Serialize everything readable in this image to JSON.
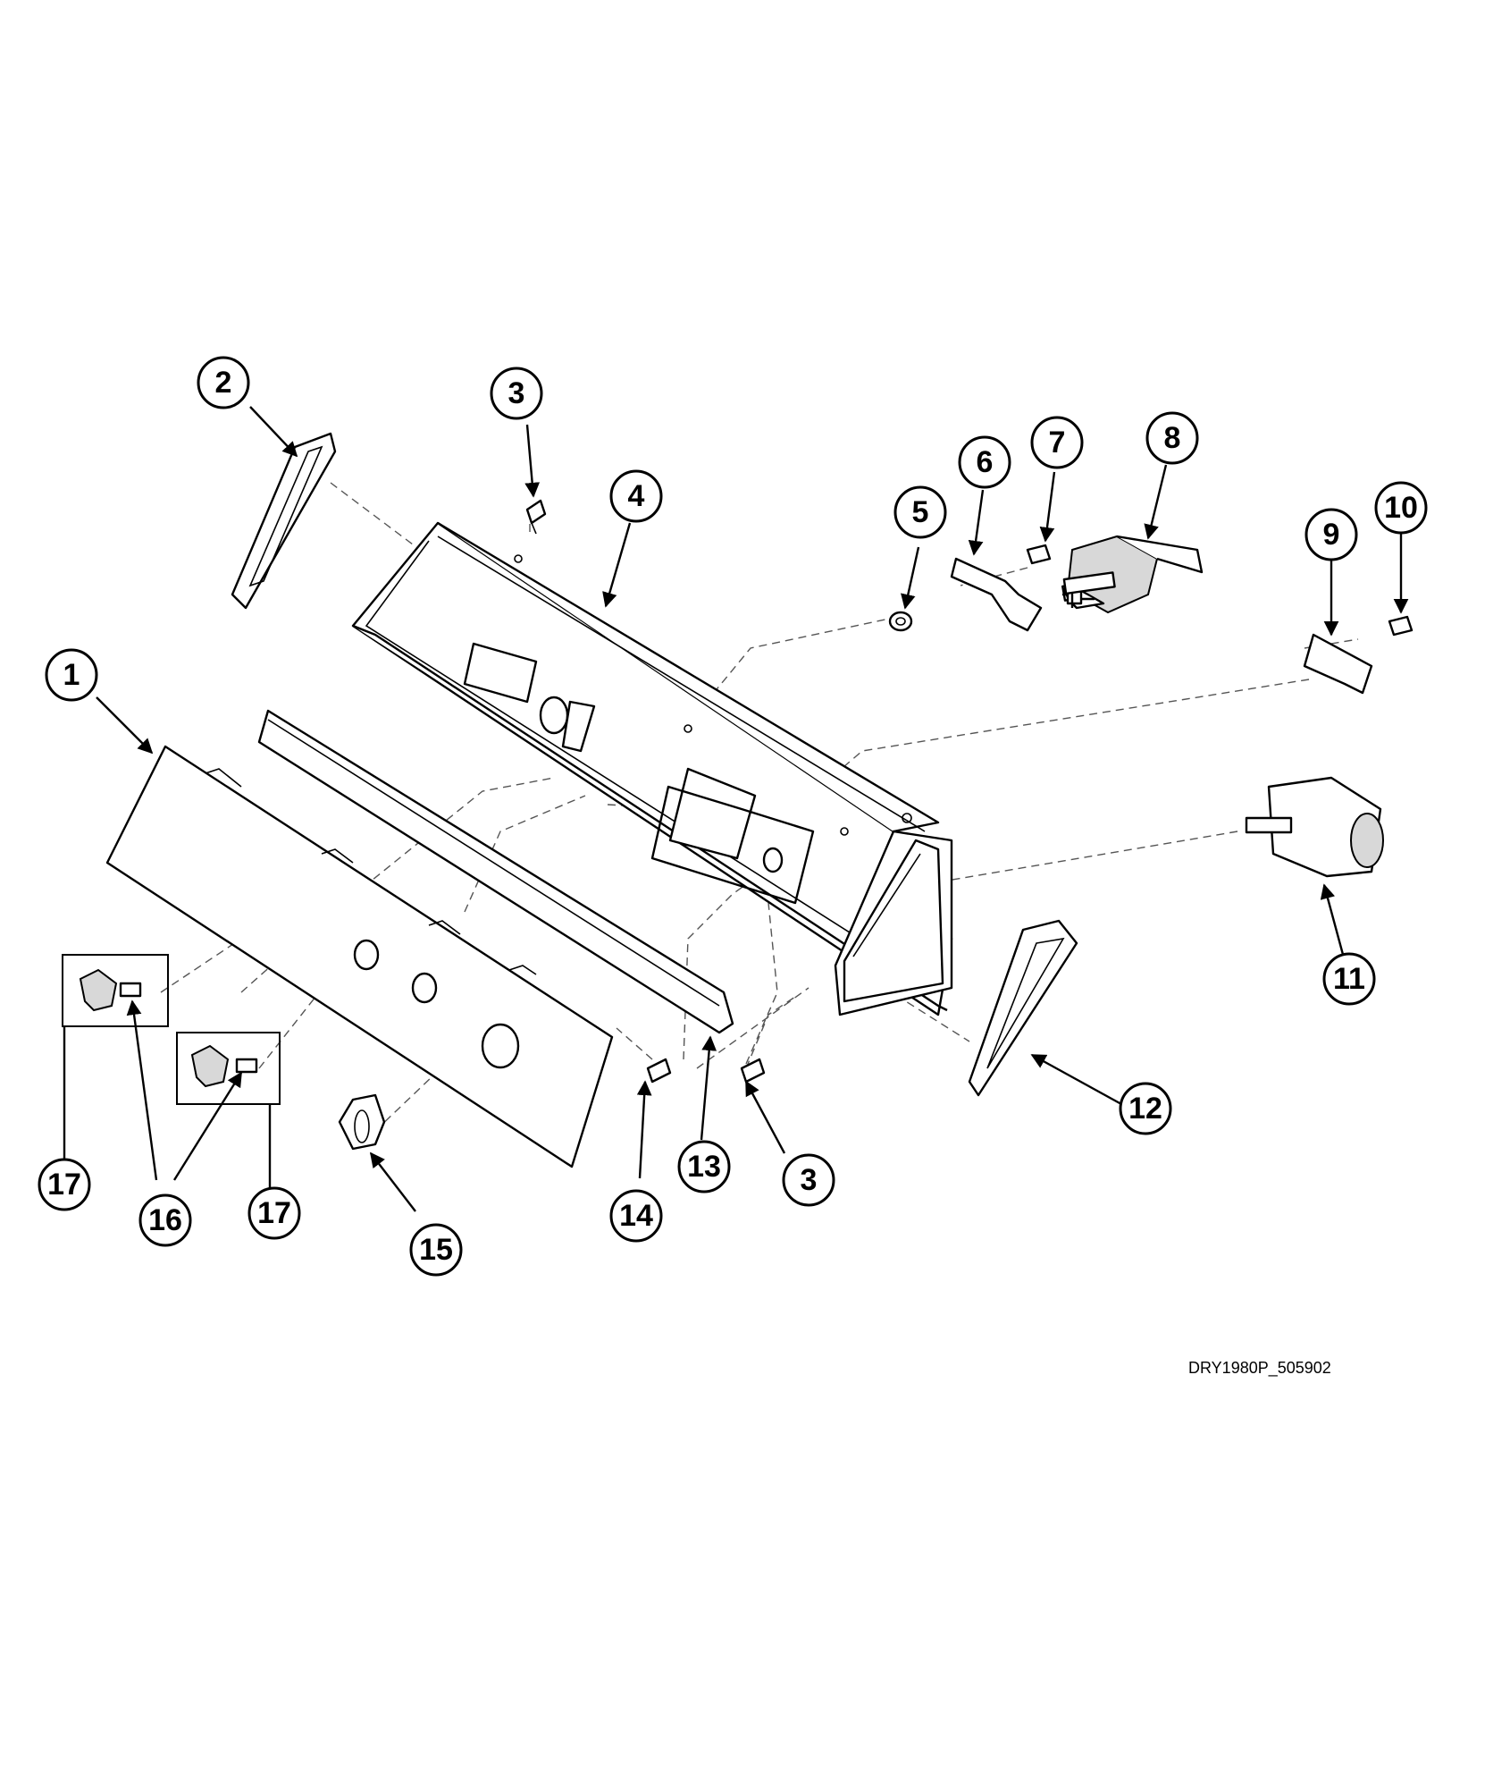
{
  "diagram": {
    "drawing_id": "DRY1980P_505902",
    "callouts": [
      {
        "id": "callout-1",
        "label": "1"
      },
      {
        "id": "callout-2",
        "label": "2"
      },
      {
        "id": "callout-3a",
        "label": "3"
      },
      {
        "id": "callout-3b",
        "label": "3"
      },
      {
        "id": "callout-4",
        "label": "4"
      },
      {
        "id": "callout-5",
        "label": "5"
      },
      {
        "id": "callout-6",
        "label": "6"
      },
      {
        "id": "callout-7",
        "label": "7"
      },
      {
        "id": "callout-8",
        "label": "8"
      },
      {
        "id": "callout-9",
        "label": "9"
      },
      {
        "id": "callout-10",
        "label": "10"
      },
      {
        "id": "callout-11",
        "label": "11"
      },
      {
        "id": "callout-12",
        "label": "12"
      },
      {
        "id": "callout-13",
        "label": "13"
      },
      {
        "id": "callout-14",
        "label": "14"
      },
      {
        "id": "callout-15",
        "label": "15"
      },
      {
        "id": "callout-16",
        "label": "16"
      },
      {
        "id": "callout-17a",
        "label": "17"
      },
      {
        "id": "callout-17b",
        "label": "17"
      }
    ]
  }
}
